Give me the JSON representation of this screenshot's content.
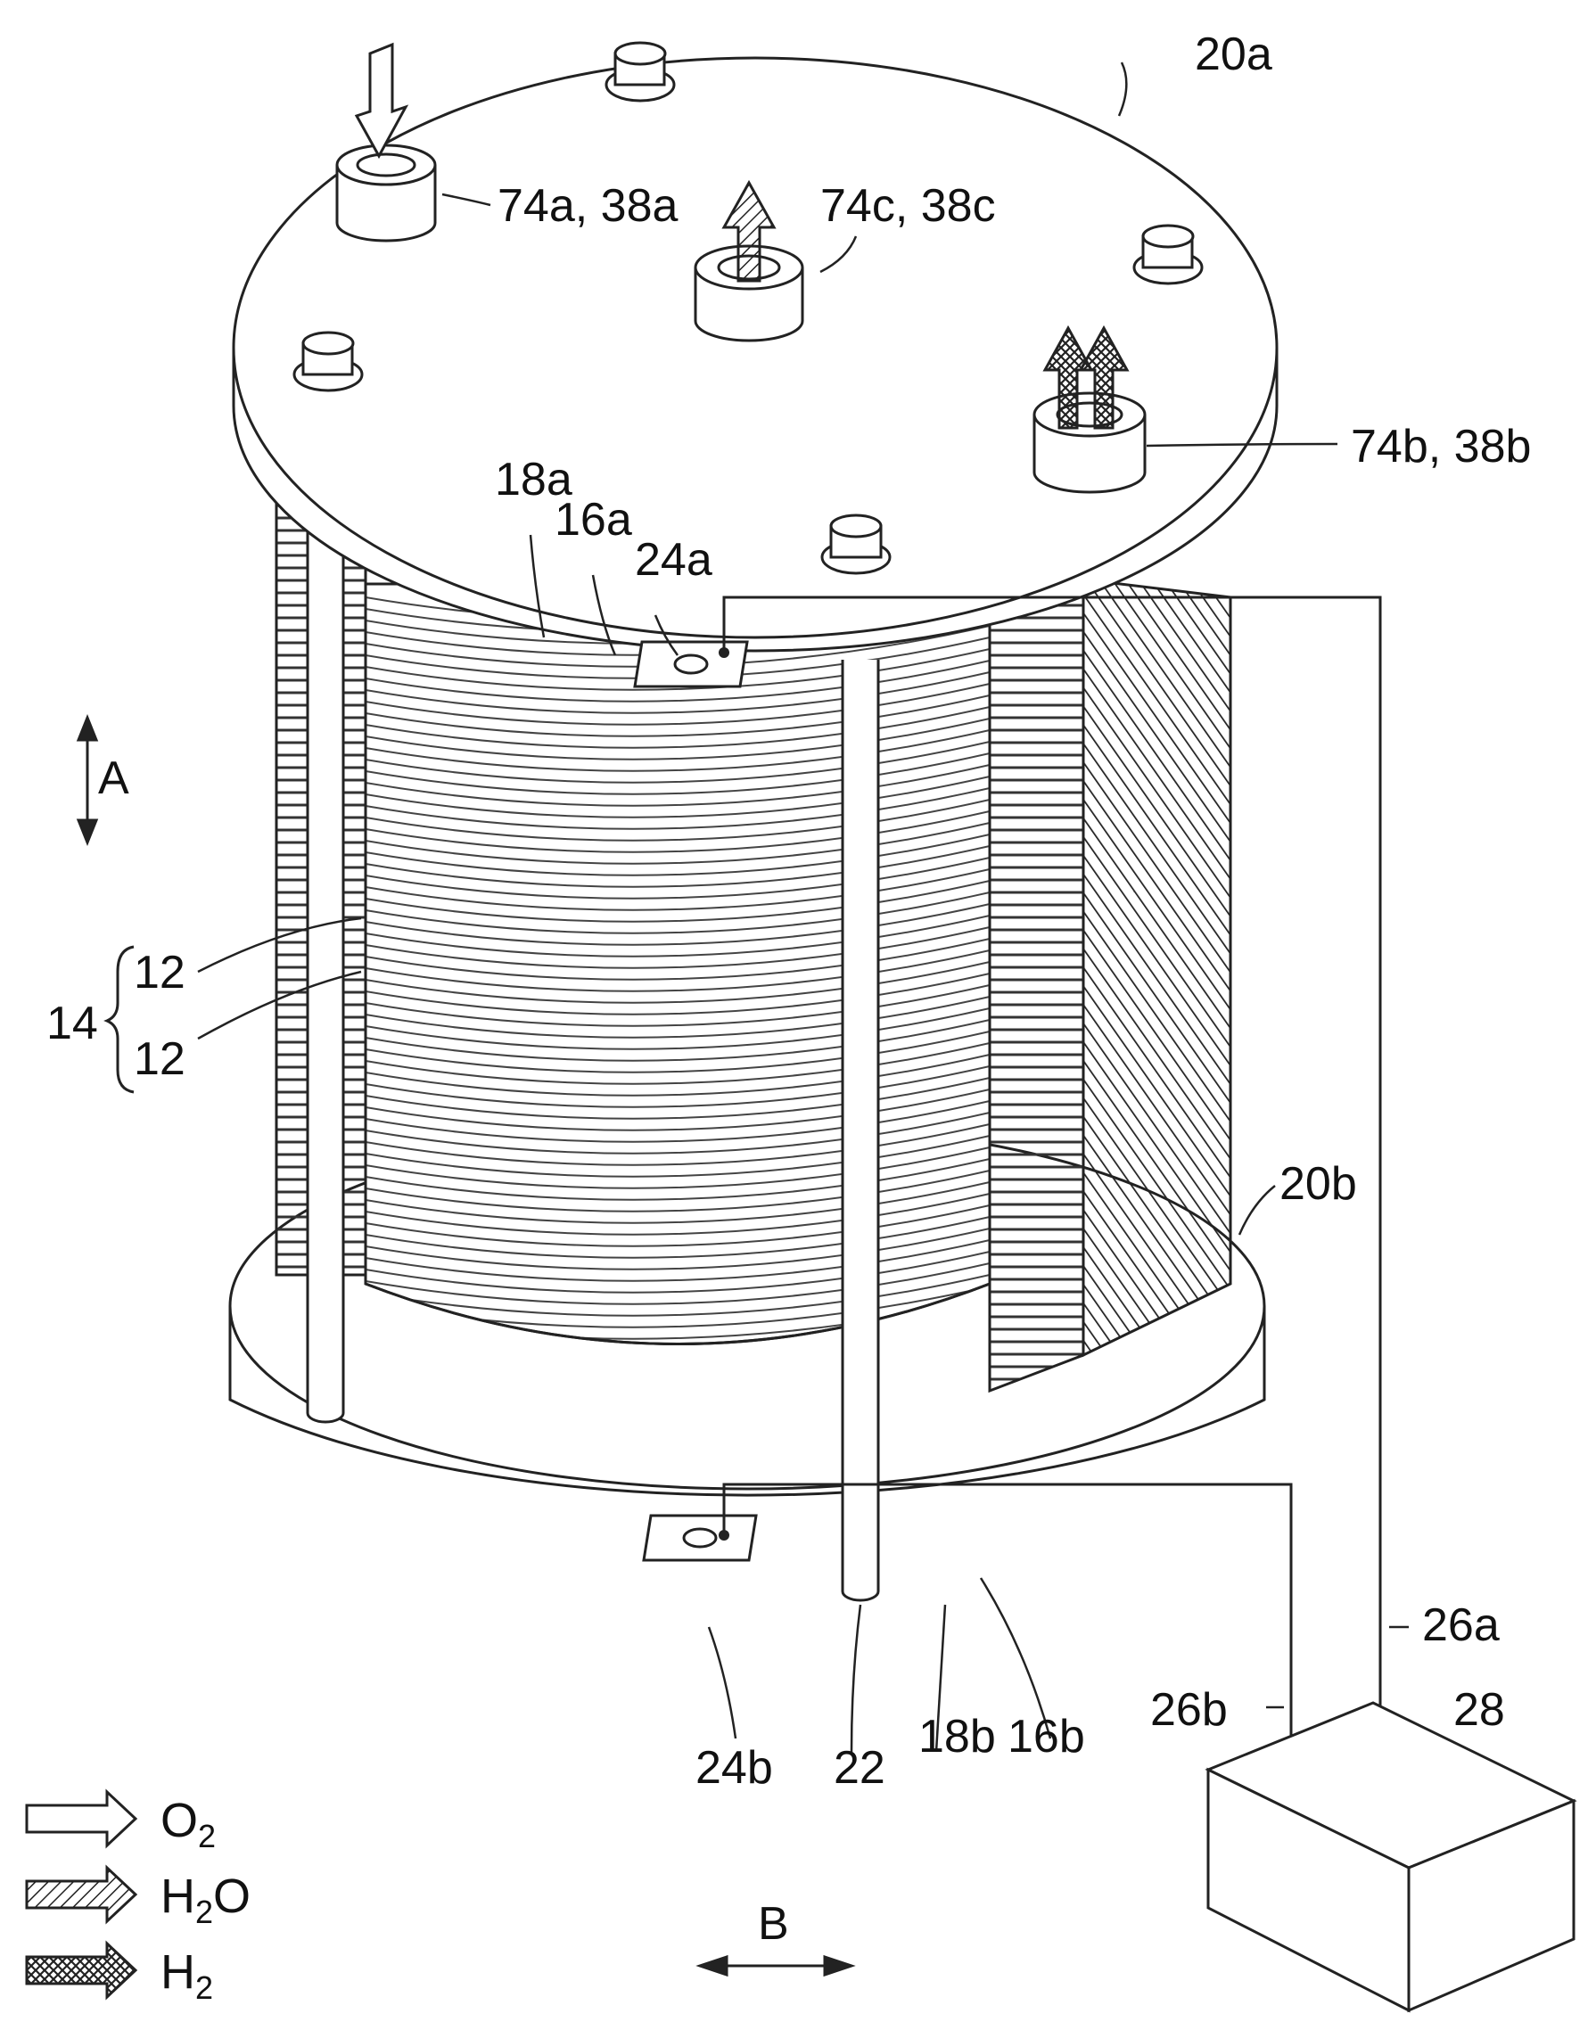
{
  "figure": {
    "labels": {
      "top_end_plate": "20a",
      "bottom_end_plate": "20b",
      "port_oxygen_in": "74a, 38a",
      "port_water_out": "74c, 38c",
      "port_hydrogen_out": "74b, 38b",
      "top_insulator": "18a",
      "top_terminal_plate": "16a",
      "top_terminal": "24a",
      "bottom_terminal": "24b",
      "tie_rod": "22",
      "bottom_insulator": "18b",
      "bottom_terminal_plate": "16b",
      "cable_a": "26a",
      "cable_b": "26b",
      "power_unit": "28",
      "stack": "14",
      "cell_upper": "12",
      "cell_lower": "12",
      "direction_a": "A",
      "direction_b": "B"
    },
    "legend": [
      {
        "pattern": "blank",
        "formula_main": "O",
        "formula_sub": "2",
        "formula_tail": ""
      },
      {
        "pattern": "hatched",
        "formula_main": "H",
        "formula_sub": "2",
        "formula_tail": "O"
      },
      {
        "pattern": "cross-hatched",
        "formula_main": "H",
        "formula_sub": "2",
        "formula_tail": ""
      }
    ]
  }
}
